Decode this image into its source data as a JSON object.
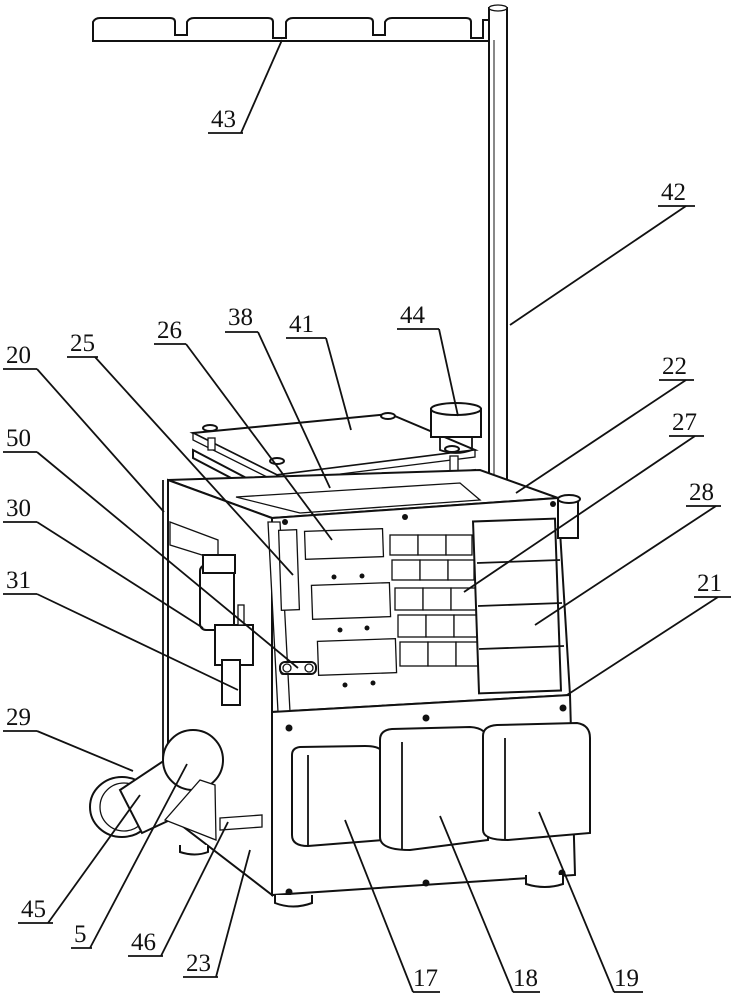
{
  "figure": {
    "description": "Perspective line drawing of a cabinet-style apparatus with numbered reference labels",
    "labels": [
      {
        "id": "43",
        "text": "43"
      },
      {
        "id": "42",
        "text": "42"
      },
      {
        "id": "41",
        "text": "41"
      },
      {
        "id": "44",
        "text": "44"
      },
      {
        "id": "38",
        "text": "38"
      },
      {
        "id": "26",
        "text": "26"
      },
      {
        "id": "25",
        "text": "25"
      },
      {
        "id": "20",
        "text": "20"
      },
      {
        "id": "22",
        "text": "22"
      },
      {
        "id": "50",
        "text": "50"
      },
      {
        "id": "27",
        "text": "27"
      },
      {
        "id": "30",
        "text": "30"
      },
      {
        "id": "28",
        "text": "28"
      },
      {
        "id": "31",
        "text": "31"
      },
      {
        "id": "21",
        "text": "21"
      },
      {
        "id": "29",
        "text": "29"
      },
      {
        "id": "45",
        "text": "45"
      },
      {
        "id": "5",
        "text": "5"
      },
      {
        "id": "46",
        "text": "46"
      },
      {
        "id": "23",
        "text": "23"
      },
      {
        "id": "17",
        "text": "17"
      },
      {
        "id": "18",
        "text": "18"
      },
      {
        "id": "19",
        "text": "19"
      }
    ]
  }
}
